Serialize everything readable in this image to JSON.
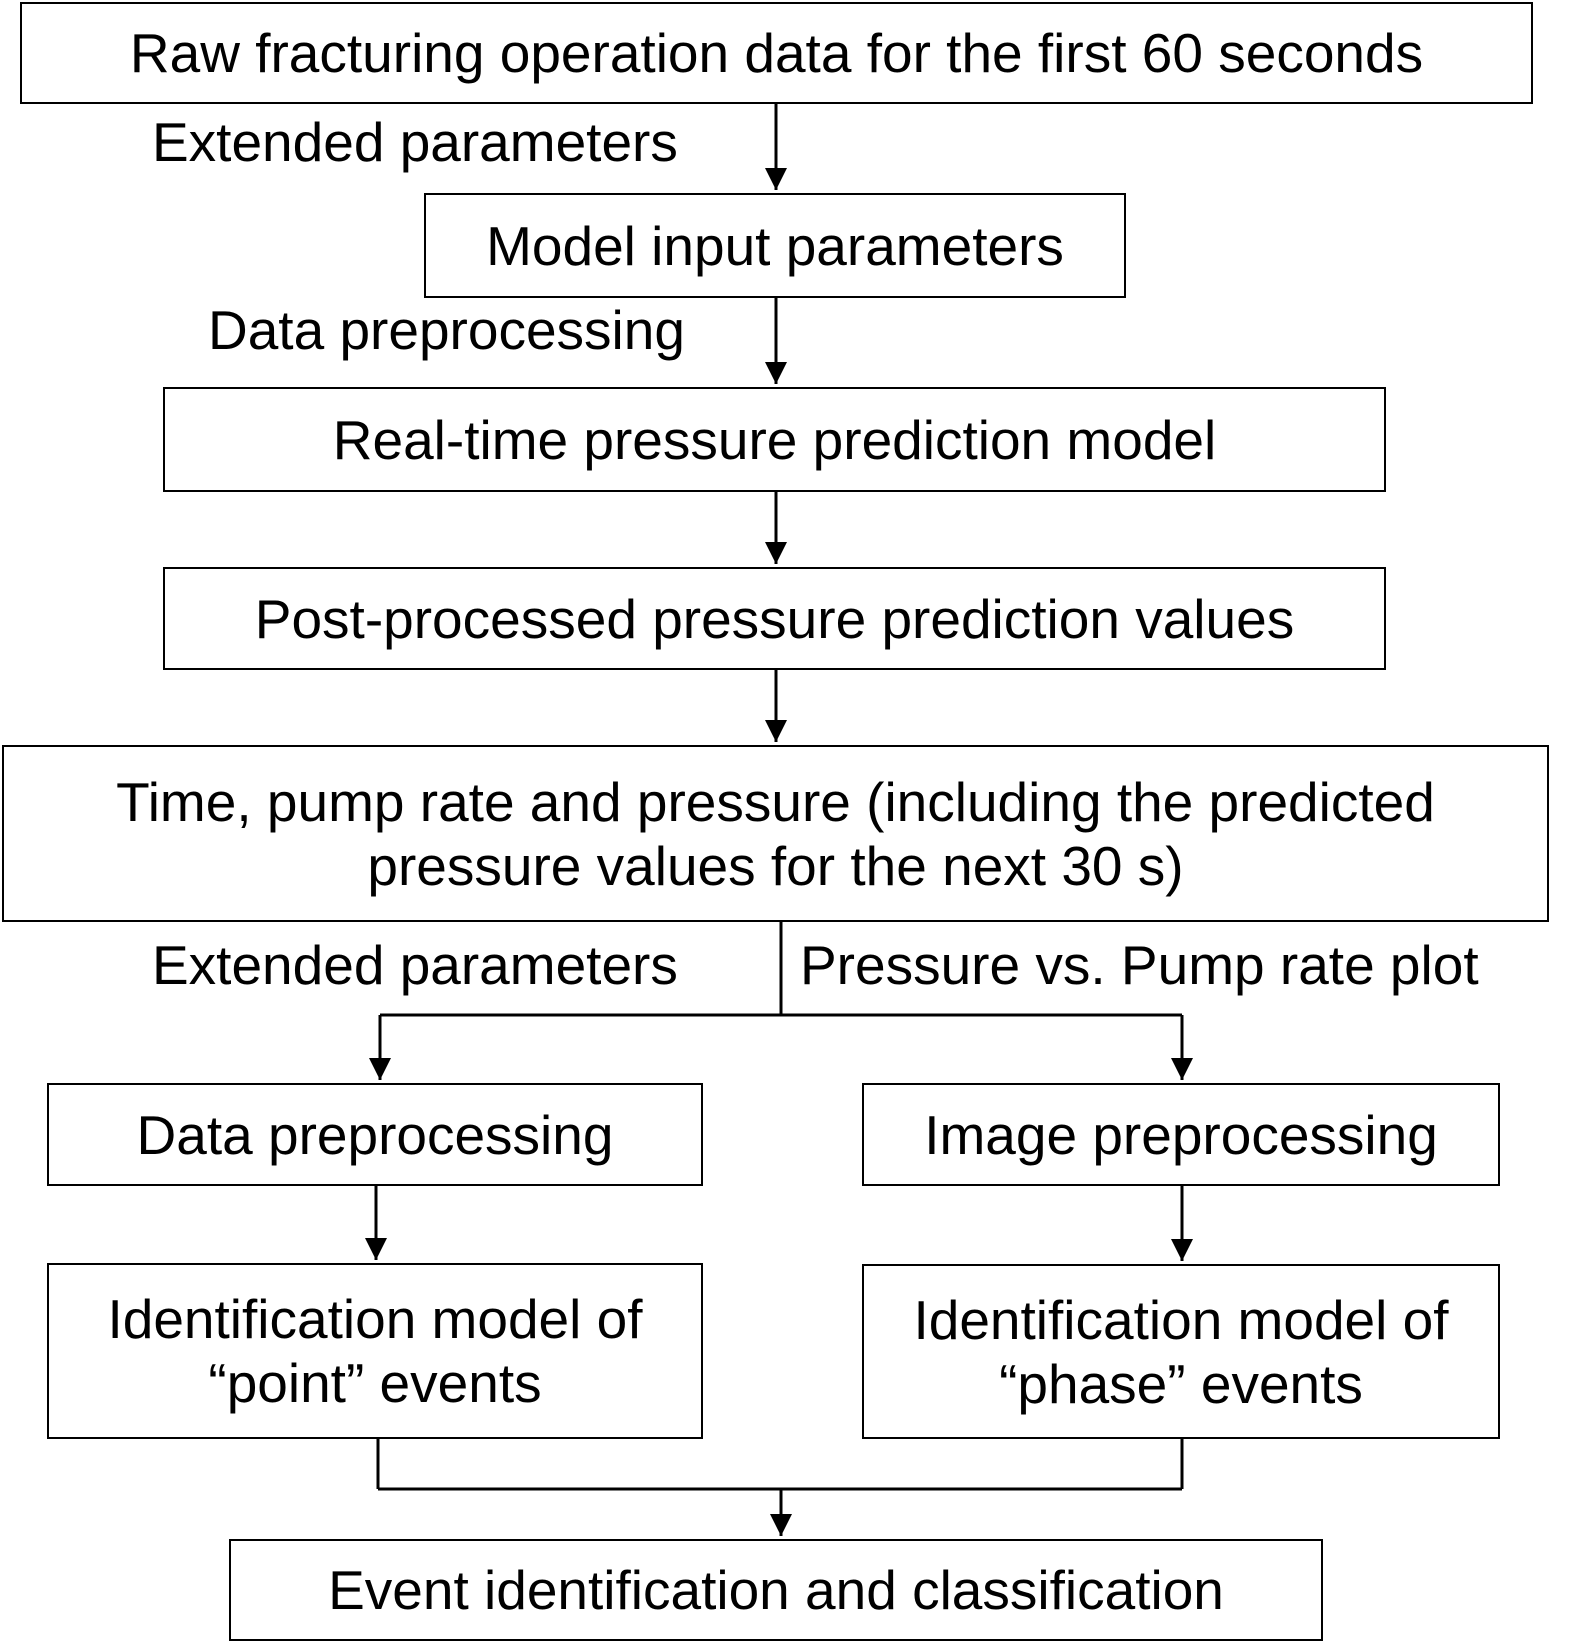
{
  "nodes": {
    "raw_data": "Raw fracturing operation data for the first 60 seconds",
    "model_input": "Model input parameters",
    "prediction_model": "Real-time pressure prediction model",
    "post_processed": "Post-processed pressure prediction values",
    "combined_line1": "Time, pump rate and pressure (including the predicted",
    "combined_line2": "pressure values for the next 30 s)",
    "data_preprocessing": "Data preprocessing",
    "image_preprocessing": "Image preprocessing",
    "point_model_line1": "Identification model of",
    "point_model_line2": "“point” events",
    "phase_model_line1": "Identification model of",
    "phase_model_line2": "“phase” events",
    "event_classification": "Event identification and classification"
  },
  "edge_labels": {
    "extended_parameters_top": "Extended parameters",
    "data_preprocessing_top": "Data preprocessing",
    "extended_parameters_branch": "Extended parameters",
    "pressure_vs_pump_rate": "Pressure vs. Pump rate plot"
  }
}
